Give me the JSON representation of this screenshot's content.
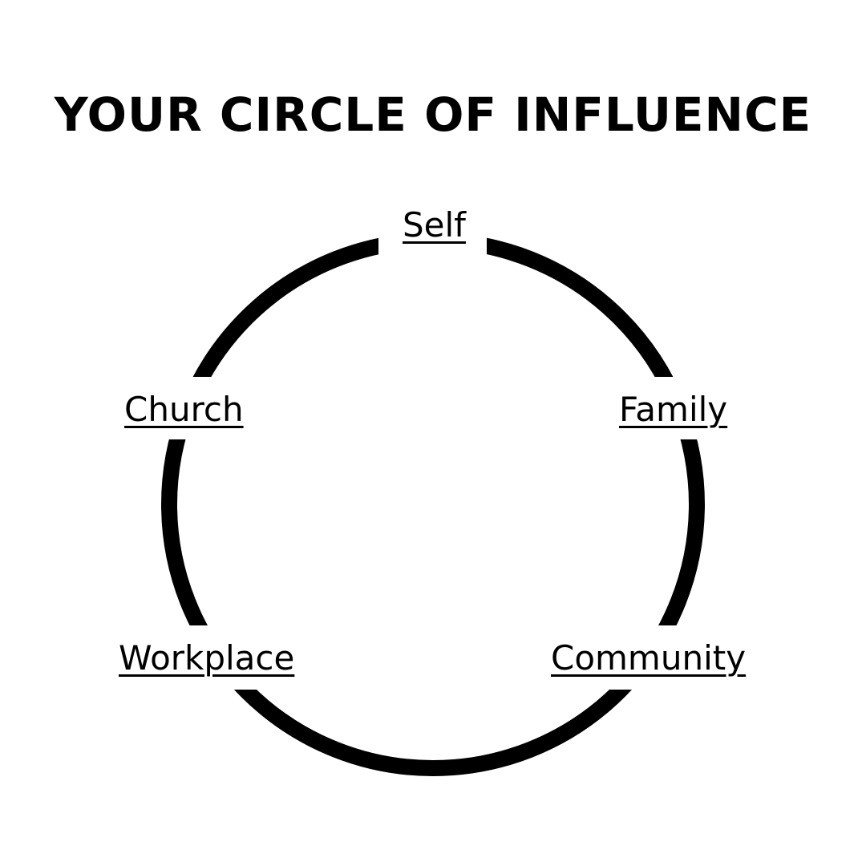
{
  "title": "YOUR CIRCLE OF INFLUENCE",
  "colors": {
    "ring": "#000000",
    "background": "#ffffff",
    "text": "#000000"
  },
  "nodes": [
    {
      "id": "self",
      "label": "Self"
    },
    {
      "id": "family",
      "label": "Family"
    },
    {
      "id": "community",
      "label": "Community"
    },
    {
      "id": "workplace",
      "label": "Workplace"
    },
    {
      "id": "church",
      "label": "Church"
    }
  ]
}
